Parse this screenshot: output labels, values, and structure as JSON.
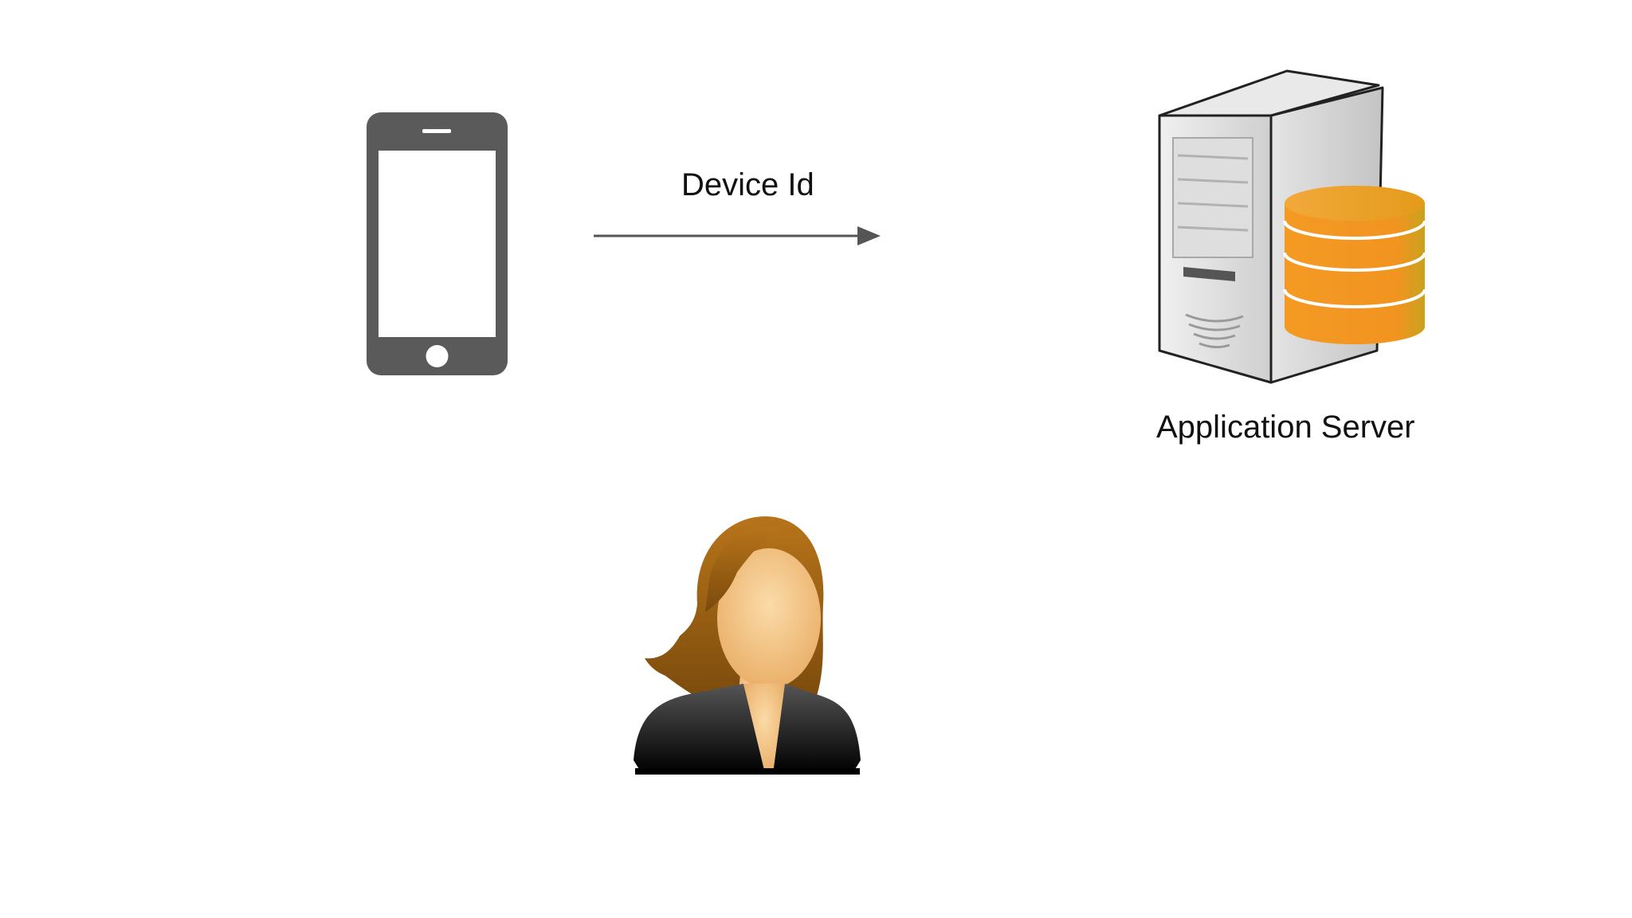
{
  "diagram": {
    "nodes": {
      "phone": {
        "icon": "smartphone-icon"
      },
      "server": {
        "icon": "server-database-icon",
        "label": "Application Server"
      },
      "user": {
        "icon": "user-woman-icon"
      }
    },
    "edges": [
      {
        "from": "phone",
        "to": "server",
        "label": "Device Id",
        "direction": "right"
      }
    ]
  },
  "colors": {
    "phone": "#5a5a5a",
    "database": "#f0951e",
    "database_rings": "#ffffff",
    "server_body": "#dcdcdc",
    "hair": "#9b5e10",
    "skin": "#f6c88a",
    "jacket": "#111111",
    "arrow": "#555555"
  }
}
